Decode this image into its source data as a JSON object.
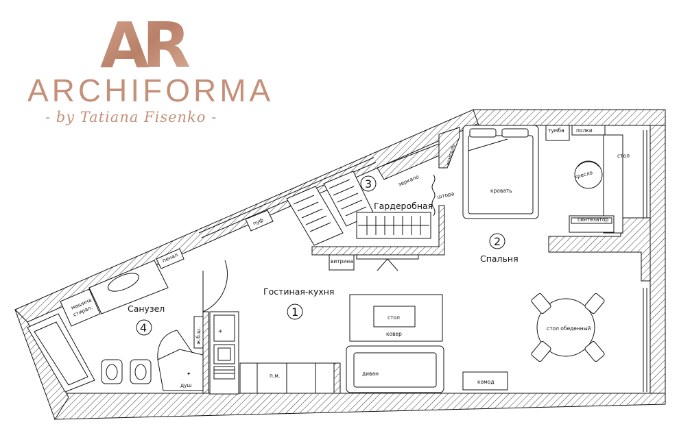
{
  "brand": {
    "mark": "AR",
    "name": "ARCHIFORMA",
    "subtitle": "- by Tatiana Fisenko -",
    "color": "#C4907A"
  },
  "rooms": {
    "living": {
      "name": "Гостиная-кухня",
      "number": "1"
    },
    "bedroom": {
      "name": "Спальня",
      "number": "2"
    },
    "wardrobe": {
      "name": "Гардеробная",
      "number": "3"
    },
    "bathroom": {
      "name": "Санузел",
      "number": "4"
    }
  },
  "labels": {
    "puf": "пуф",
    "konsol": "консоль",
    "zerkalo": "зеркало",
    "shtora": "штора",
    "vitrina": "витрина",
    "krovat": "кровать",
    "tumba": "тумба",
    "polki": "полки",
    "stol_work": "стол",
    "kreslo": "кресло",
    "sintezator": "синтезатор",
    "stol_obedenny": "стол обеденный",
    "komod": "комод",
    "divan": "диван",
    "kover": "ковер",
    "stol_coffee": "стол",
    "pm": "п.м.",
    "zhbsh": "ж.б.ш.",
    "dush": "душ",
    "penal": "пенал",
    "mashina_1": "машина",
    "mashina_2": "стирал."
  },
  "colors": {
    "line": "#111111",
    "hatch": "#333333",
    "brand": "#C4907A"
  }
}
